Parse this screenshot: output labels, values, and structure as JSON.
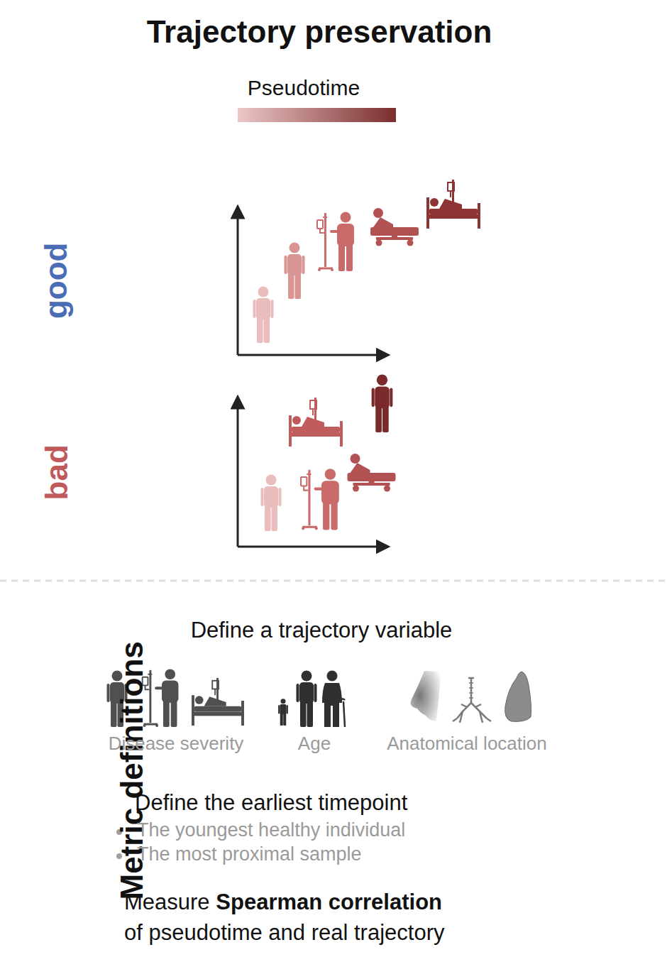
{
  "diagram": {
    "title": "Trajectory preservation",
    "labels": [
      "Pseudotime",
      "good",
      "bad",
      "Metric definitions",
      "Define a trajectory variable",
      "Disease severity",
      "Age",
      "Anatomical location",
      "Define the earliest timepoint",
      "The youngest healthy individual",
      "The most proximal sample",
      "Measure",
      "Spearman correlation",
      "of pseudotime and real trajectory"
    ]
  }
}
